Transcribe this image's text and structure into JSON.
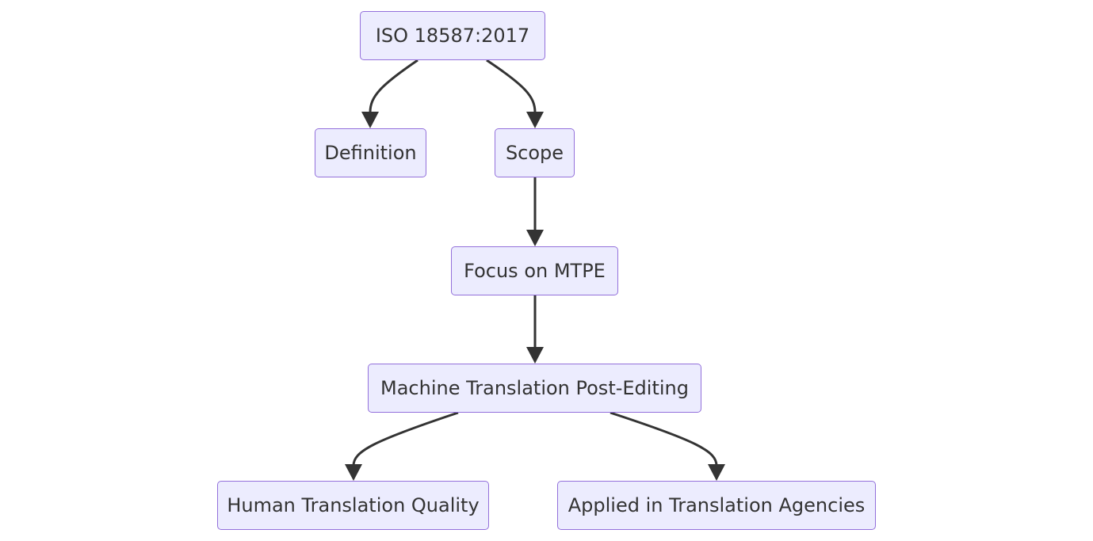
{
  "diagram": {
    "nodes": {
      "iso": "ISO 18587:2017",
      "definition": "Definition",
      "scope": "Scope",
      "focus": "Focus on MTPE",
      "mtpe": "Machine Translation Post-Editing",
      "human_quality": "Human Translation Quality",
      "agencies": "Applied in Translation Agencies"
    },
    "edges": [
      {
        "from": "iso",
        "to": "definition"
      },
      {
        "from": "iso",
        "to": "scope"
      },
      {
        "from": "scope",
        "to": "focus"
      },
      {
        "from": "focus",
        "to": "mtpe"
      },
      {
        "from": "mtpe",
        "to": "human_quality"
      },
      {
        "from": "mtpe",
        "to": "agencies"
      }
    ],
    "colors": {
      "node_fill": "#ececfe",
      "node_border": "#9370db",
      "text": "#333333",
      "edge": "#333333"
    }
  }
}
